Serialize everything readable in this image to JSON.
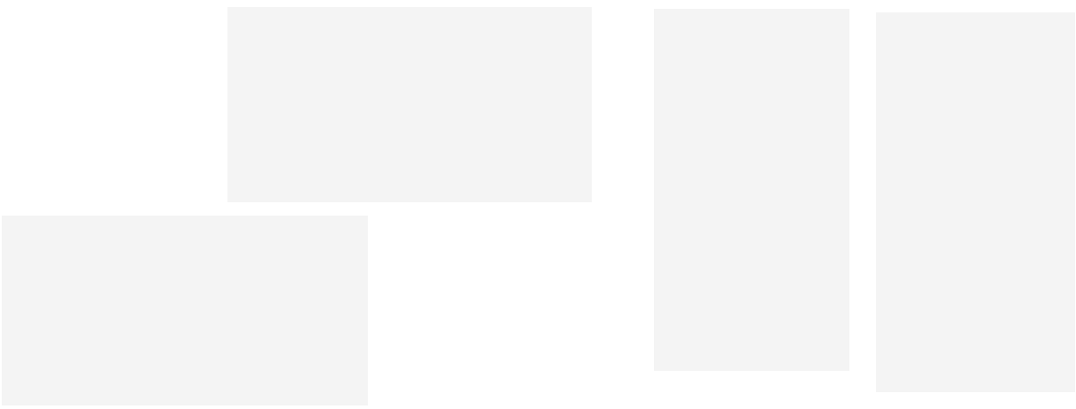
{
  "views": [
    {
      "id": "p1",
      "orientation": "actuator-right"
    },
    {
      "id": "p2",
      "orientation": "actuator-left"
    },
    {
      "id": "p3",
      "orientation": "actuator-up"
    },
    {
      "id": "p4",
      "orientation": "actuator-down"
    }
  ],
  "colors": {
    "panel": "#f4f4f4",
    "metal_light": "#ececec",
    "metal_mid": "#c9c9c9",
    "metal_dark": "#7a7a7a",
    "gasket": "#333333",
    "rod": "#9aa0a8"
  },
  "icons": [
    "valve-body-icon",
    "flange-icon",
    "yoke-icon",
    "actuator-icon",
    "knob-icon",
    "cable-gland-icon"
  ]
}
